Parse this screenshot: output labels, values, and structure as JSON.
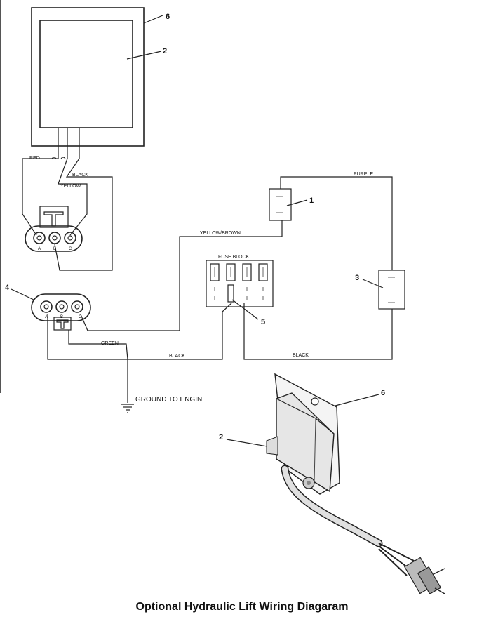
{
  "caption": "Optional Hydraulic Lift Wiring Diagaram",
  "callouts": {
    "c1": "1",
    "c2_top": "2",
    "c2_bottom": "2",
    "c3": "3",
    "c4": "4",
    "c5": "5",
    "c6_top": "6",
    "c6_bottom": "6"
  },
  "wire_labels": {
    "red": "RED",
    "black_top": "BLACK",
    "yellow": "YELLOW",
    "purple": "PURPLE",
    "yellow_brown": "YELLOW/BROWN",
    "green": "GREEN",
    "black_mid": "BLACK",
    "black_right": "BLACK"
  },
  "fuse_block_label": "FUSE BLOCK",
  "ground_label": "GROUND TO ENGINE",
  "terminal_labels": {
    "a1": "A",
    "b1": "B",
    "c1": "C",
    "a2": "A",
    "b2": "B",
    "c2": "C"
  }
}
